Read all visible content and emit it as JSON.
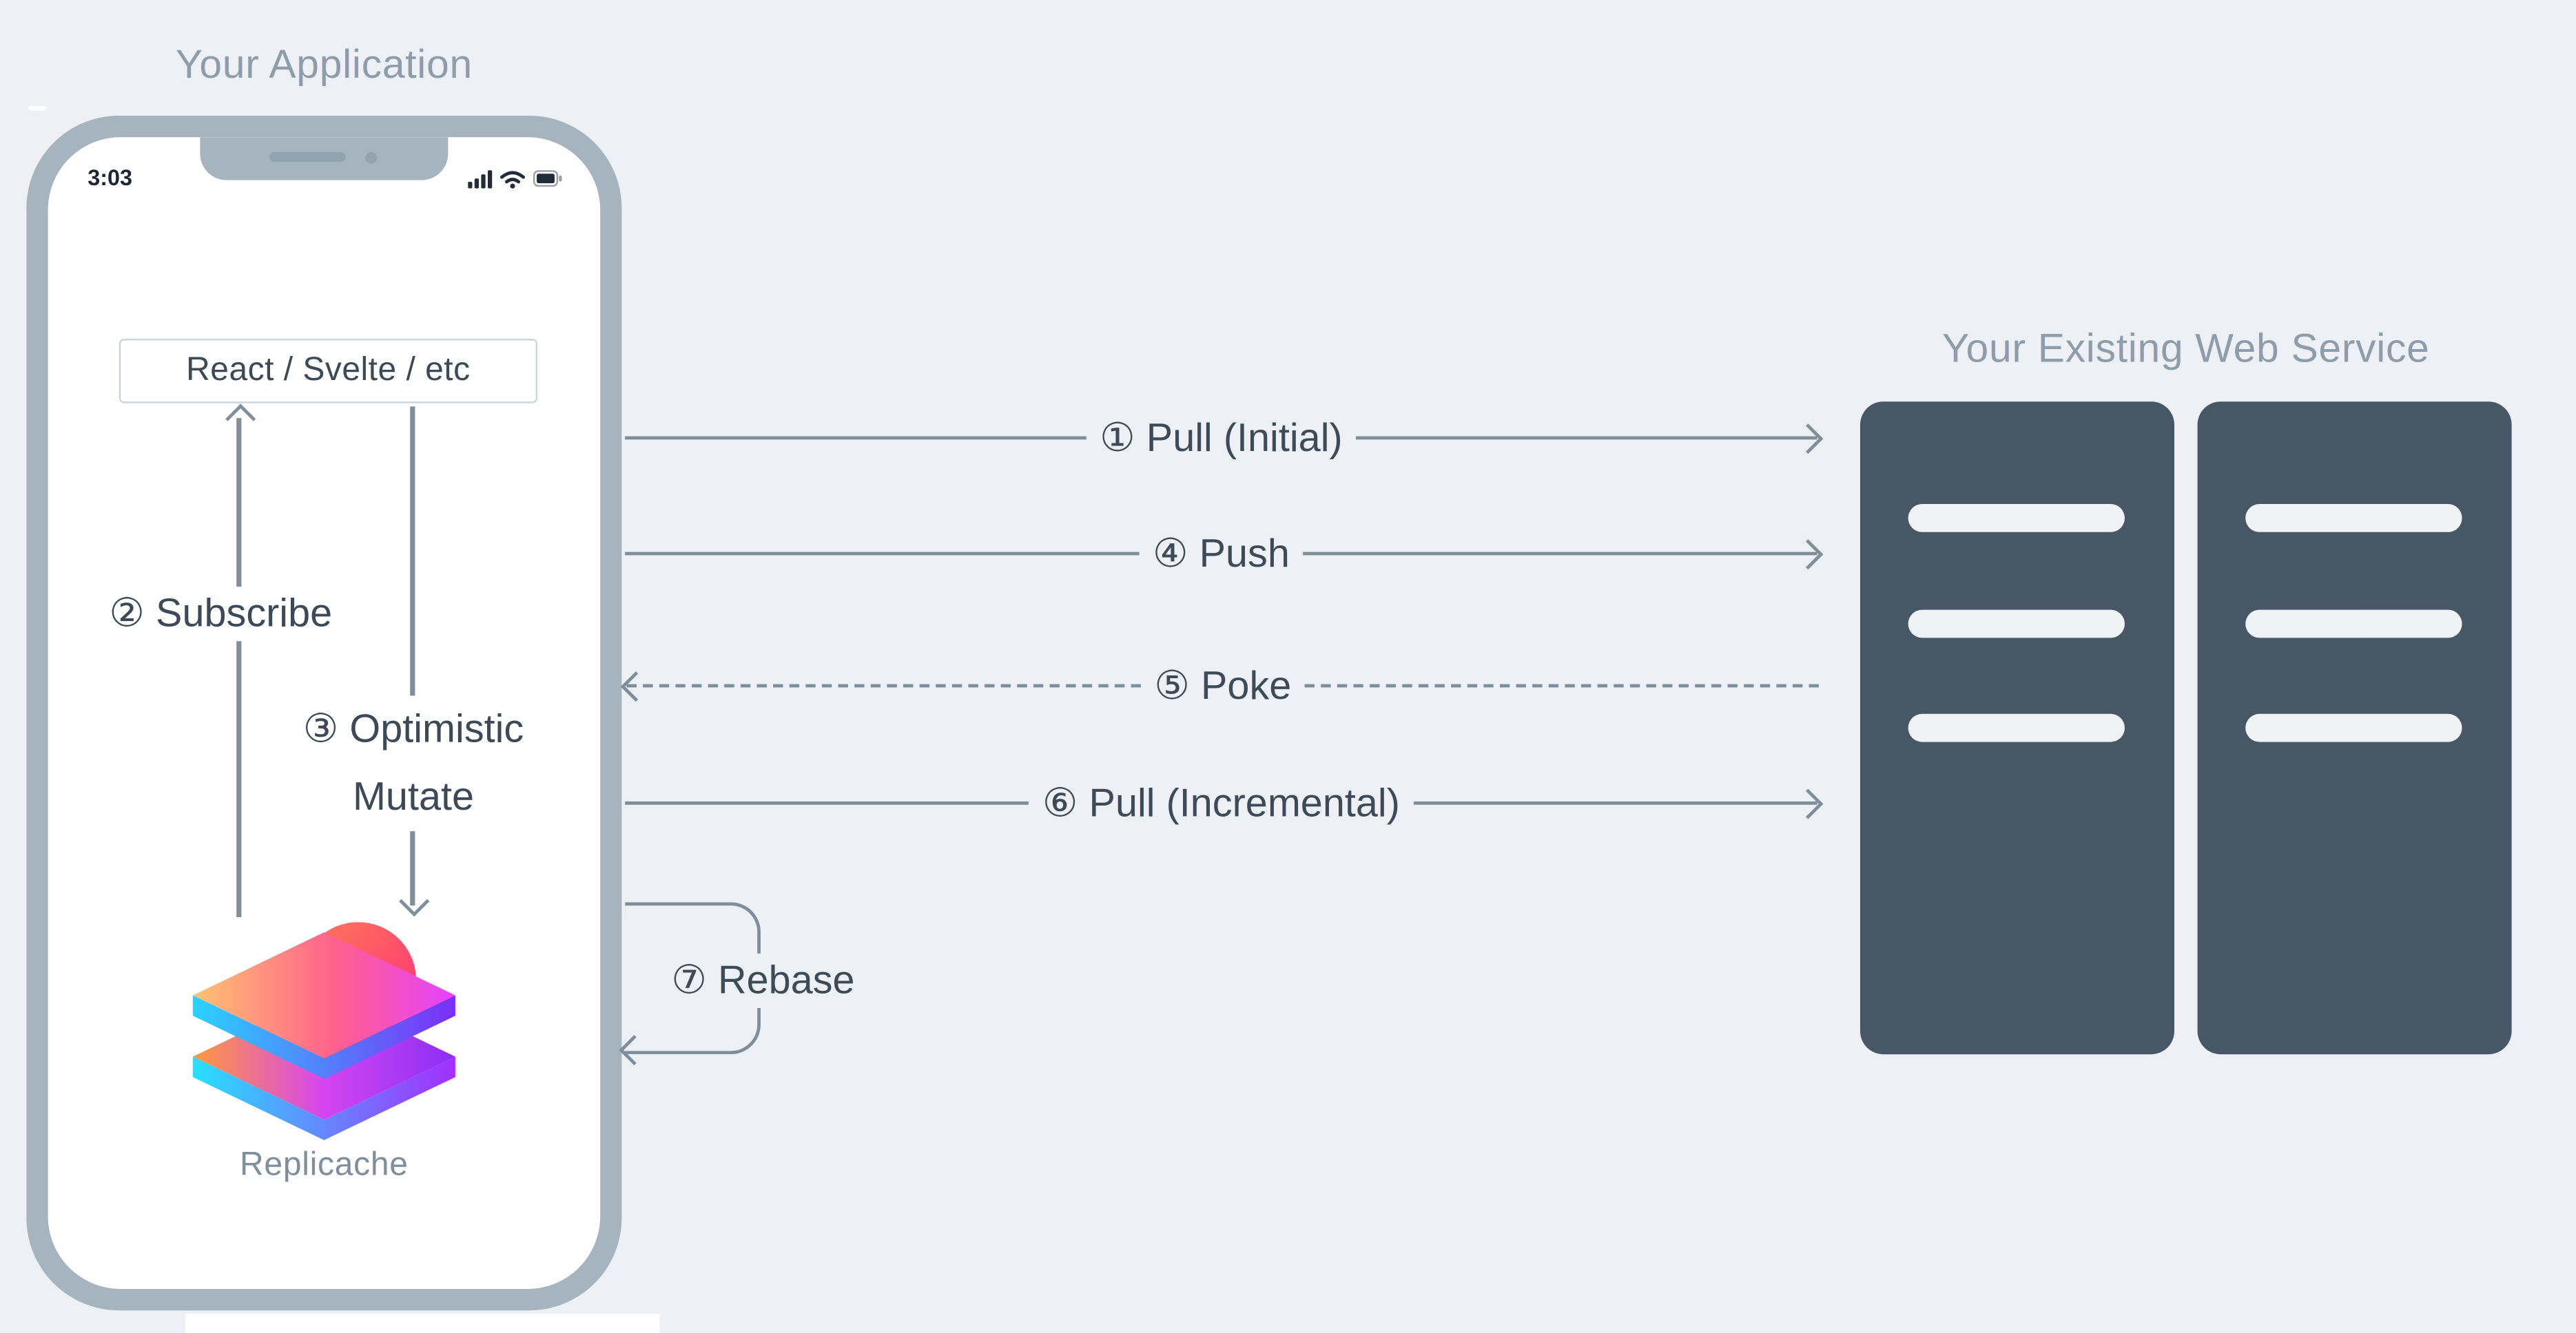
{
  "page": {
    "background": "#edf1f5"
  },
  "colors": {
    "background": "#edf1f5",
    "muted_heading": "#8e9cab",
    "dark_text": "#3d4b58",
    "arrow": "#7f8e9b",
    "phone_frame": "#a6b4c0",
    "server_body": "#475765",
    "server_bar": "#f0f3f6",
    "box_border": "#c9d4dc",
    "logo_pink": "#ff2d78",
    "logo_orange": "#ffc371",
    "logo_purple": "#7b2ff7",
    "logo_cyan": "#2bd2ff"
  },
  "app": {
    "title": "Your Application",
    "phone": {
      "time": "3:03"
    },
    "framework_box": "React / Svelte / etc",
    "labels": {
      "subscribe": "② Subscribe",
      "optimistic_line1": "③ Optimistic",
      "optimistic_line2": "Mutate"
    },
    "replicache": "Replicache"
  },
  "service": {
    "title": "Your Existing Web Service",
    "server_count": 2,
    "bars_per_server": 3
  },
  "flows": [
    {
      "id": "pull-initial",
      "label": "① Pull (Initial)",
      "direction": "right",
      "line": "solid"
    },
    {
      "id": "push",
      "label": "④ Push",
      "direction": "right",
      "line": "solid"
    },
    {
      "id": "poke",
      "label": "⑤ Poke",
      "direction": "left",
      "line": "dashed"
    },
    {
      "id": "pull-incremental",
      "label": "⑥ Pull (Incremental)",
      "direction": "right",
      "line": "solid"
    },
    {
      "id": "rebase",
      "label": "⑦ Rebase",
      "direction": "loop-back-left",
      "line": "solid"
    }
  ]
}
